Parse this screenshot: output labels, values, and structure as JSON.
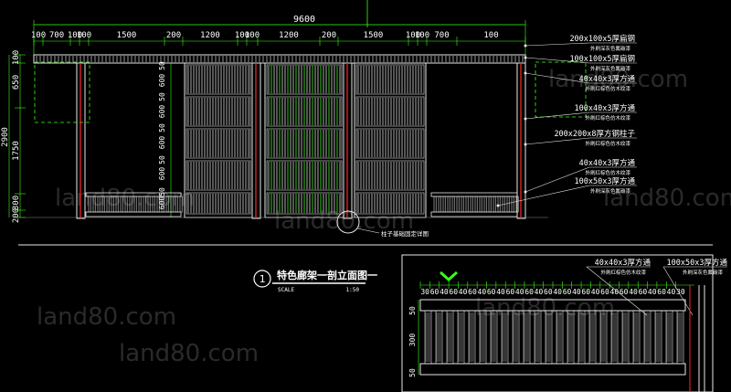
{
  "colors": {
    "background": "#000000",
    "frame": "#e8e8e8",
    "hatch": "#d8d8d8",
    "green": "#39ff14",
    "red": "#ff2a2a",
    "dimension": "#ffffff",
    "watermark": "#8a8a8a"
  },
  "elevation": {
    "overall_width": "9600",
    "top_dimensions": [
      "100",
      "700",
      "100",
      "100",
      "1500",
      "200",
      "1200",
      "100",
      "100",
      "1200",
      "200",
      "1500",
      "100",
      "100",
      "700",
      "100"
    ],
    "left_dimensions": [
      "100",
      "650",
      "2900",
      "1750",
      "300",
      "200"
    ],
    "panel_dimensions": [
      "50",
      "600",
      "50",
      "600",
      "50",
      "600",
      "50",
      "600",
      "50",
      "600"
    ],
    "callouts": [
      {
        "size": "200x100x5厚扁钢",
        "spec": "外刷深灰色氟碳漆"
      },
      {
        "size": "100x100x5厚扁钢",
        "spec": "外刷深灰色氟碳漆"
      },
      {
        "size": "40x40x3厚方通",
        "spec": "外刷红棕色仿木纹漆"
      },
      {
        "size": "100x40x3厚方通",
        "spec": "外刷红棕色仿木纹漆"
      },
      {
        "size": "200x200x8厚方钢柱子",
        "spec": "外刷红棕色仿木纹漆"
      },
      {
        "size": "40x40x3厚方通",
        "spec": "外刷红棕色仿木纹漆"
      },
      {
        "size": "100x50x3厚方通",
        "spec": "外刷深灰色氟碳漆"
      }
    ],
    "base_note": "柱子基础固定详图"
  },
  "title_block": {
    "number": "1",
    "title": "特色廊架一剖立面图一",
    "scale_label": "SCALE",
    "scale_value": "1:50"
  },
  "detail": {
    "top_dimensions": [
      "30",
      "60",
      "40",
      "60",
      "40",
      "60",
      "40",
      "60",
      "40",
      "60",
      "40",
      "60",
      "40",
      "60",
      "40",
      "60",
      "40",
      "60",
      "40",
      "60",
      "40",
      "60",
      "40",
      "60",
      "40",
      "60",
      "40",
      "30"
    ],
    "left_dimensions": [
      "50",
      "300",
      "50"
    ],
    "callouts": [
      {
        "size": "40x40x3厚方通",
        "spec": "外刷红棕色仿木纹漆"
      },
      {
        "size": "100x50x3厚方通",
        "spec": "外刷深灰色氟碳漆"
      }
    ]
  },
  "watermark": "land80.com"
}
